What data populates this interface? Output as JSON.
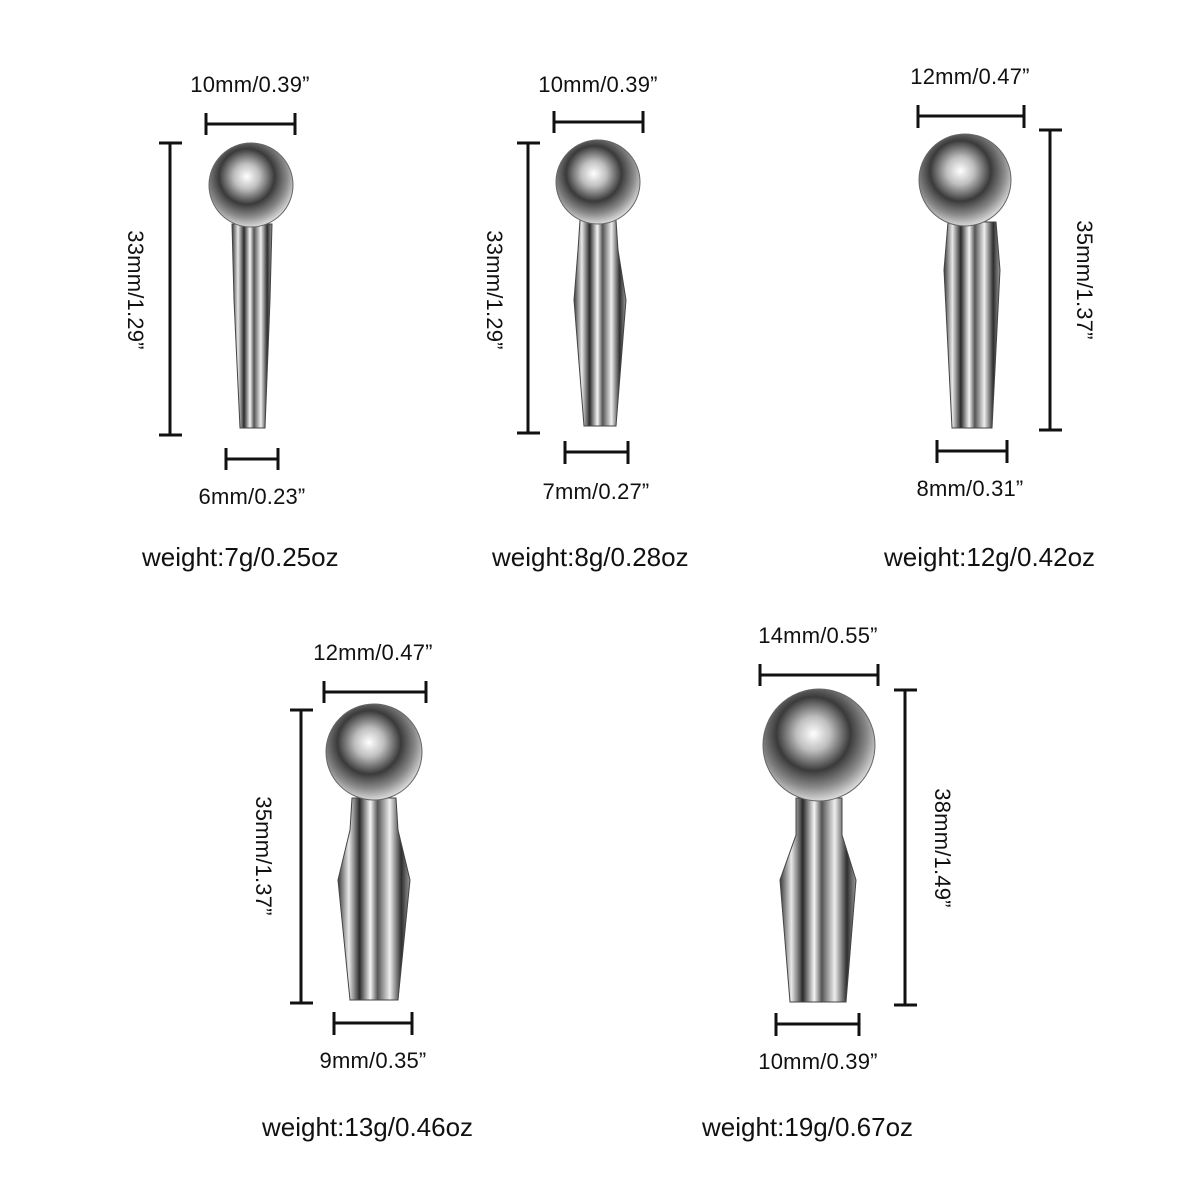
{
  "items": [
    {
      "top_dia": "10mm/0.39”",
      "length": "33mm/1.29”",
      "bottom_dia": "6mm/0.23”",
      "weight": "weight:7g/0.25oz"
    },
    {
      "top_dia": "10mm/0.39”",
      "length": "33mm/1.29”",
      "bottom_dia": "7mm/0.27”",
      "weight": "weight:8g/0.28oz"
    },
    {
      "top_dia": "12mm/0.47”",
      "length": "35mm/1.37”",
      "bottom_dia": "8mm/0.31”",
      "weight": "weight:12g/0.42oz"
    },
    {
      "top_dia": "12mm/0.47”",
      "length": "35mm/1.37”",
      "bottom_dia": "9mm/0.35”",
      "weight": "weight:13g/0.46oz"
    },
    {
      "top_dia": "14mm/0.55”",
      "length": "38mm/1.49”",
      "bottom_dia": "10mm/0.39”",
      "weight": "weight:19g/0.67oz"
    }
  ],
  "colors": {
    "line": "#111111",
    "metal_dark": "#2a2a2a",
    "metal_light": "#f2f2f2"
  }
}
